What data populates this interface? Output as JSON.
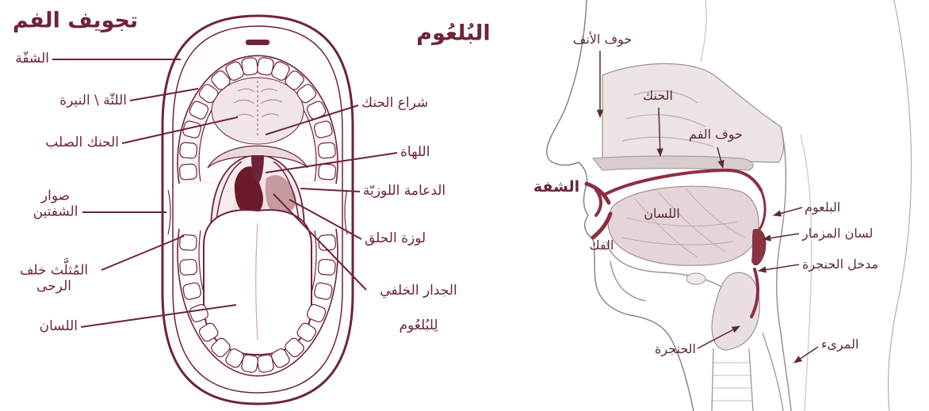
{
  "colors": {
    "maroon": "#6e2436",
    "maroon_dark": "#5b2b35",
    "tonsil": "#6a1a2b",
    "tissue": "#e6d6d8",
    "outline_gray": "#8f8485"
  },
  "mouth_diagram": {
    "title": "تجويف الفم",
    "labels": {
      "lip": "الشفّة",
      "gums": "اللثّة \\ النيرة",
      "hard_palate": "الحنك الصلب",
      "lip_commissure": [
        "صوار",
        "الشفتين"
      ],
      "retromolar_trigone": [
        "المُثلَّث خلف",
        "الرحى"
      ],
      "tongue": "اللسان",
      "soft_palate": "شراع الحنك",
      "uvula": "اللهاة",
      "tonsillar_pillar": "الدعامة اللوزيّة",
      "palatine_tonsil": "لوزة الحلق",
      "posterior_pharyngeal_wall": [
        "الجدار الخلفي",
        "لِلبُلعُوم"
      ]
    }
  },
  "pharynx_diagram": {
    "title": "البُلعُوم",
    "labels": {
      "nasal_cavity": "حوف الأنف",
      "palate": "الحنك",
      "oral_cavity": "حوف الفم",
      "lip": "الشفة",
      "tongue": "اللسان",
      "jaw": "الفك",
      "pharynx": "البلعوم",
      "epiglottis": "لسان المزمار",
      "laryngeal_inlet": "مدخل الحنجرة",
      "larynx": "الحنجرة",
      "esophagus": "المرىء"
    }
  }
}
